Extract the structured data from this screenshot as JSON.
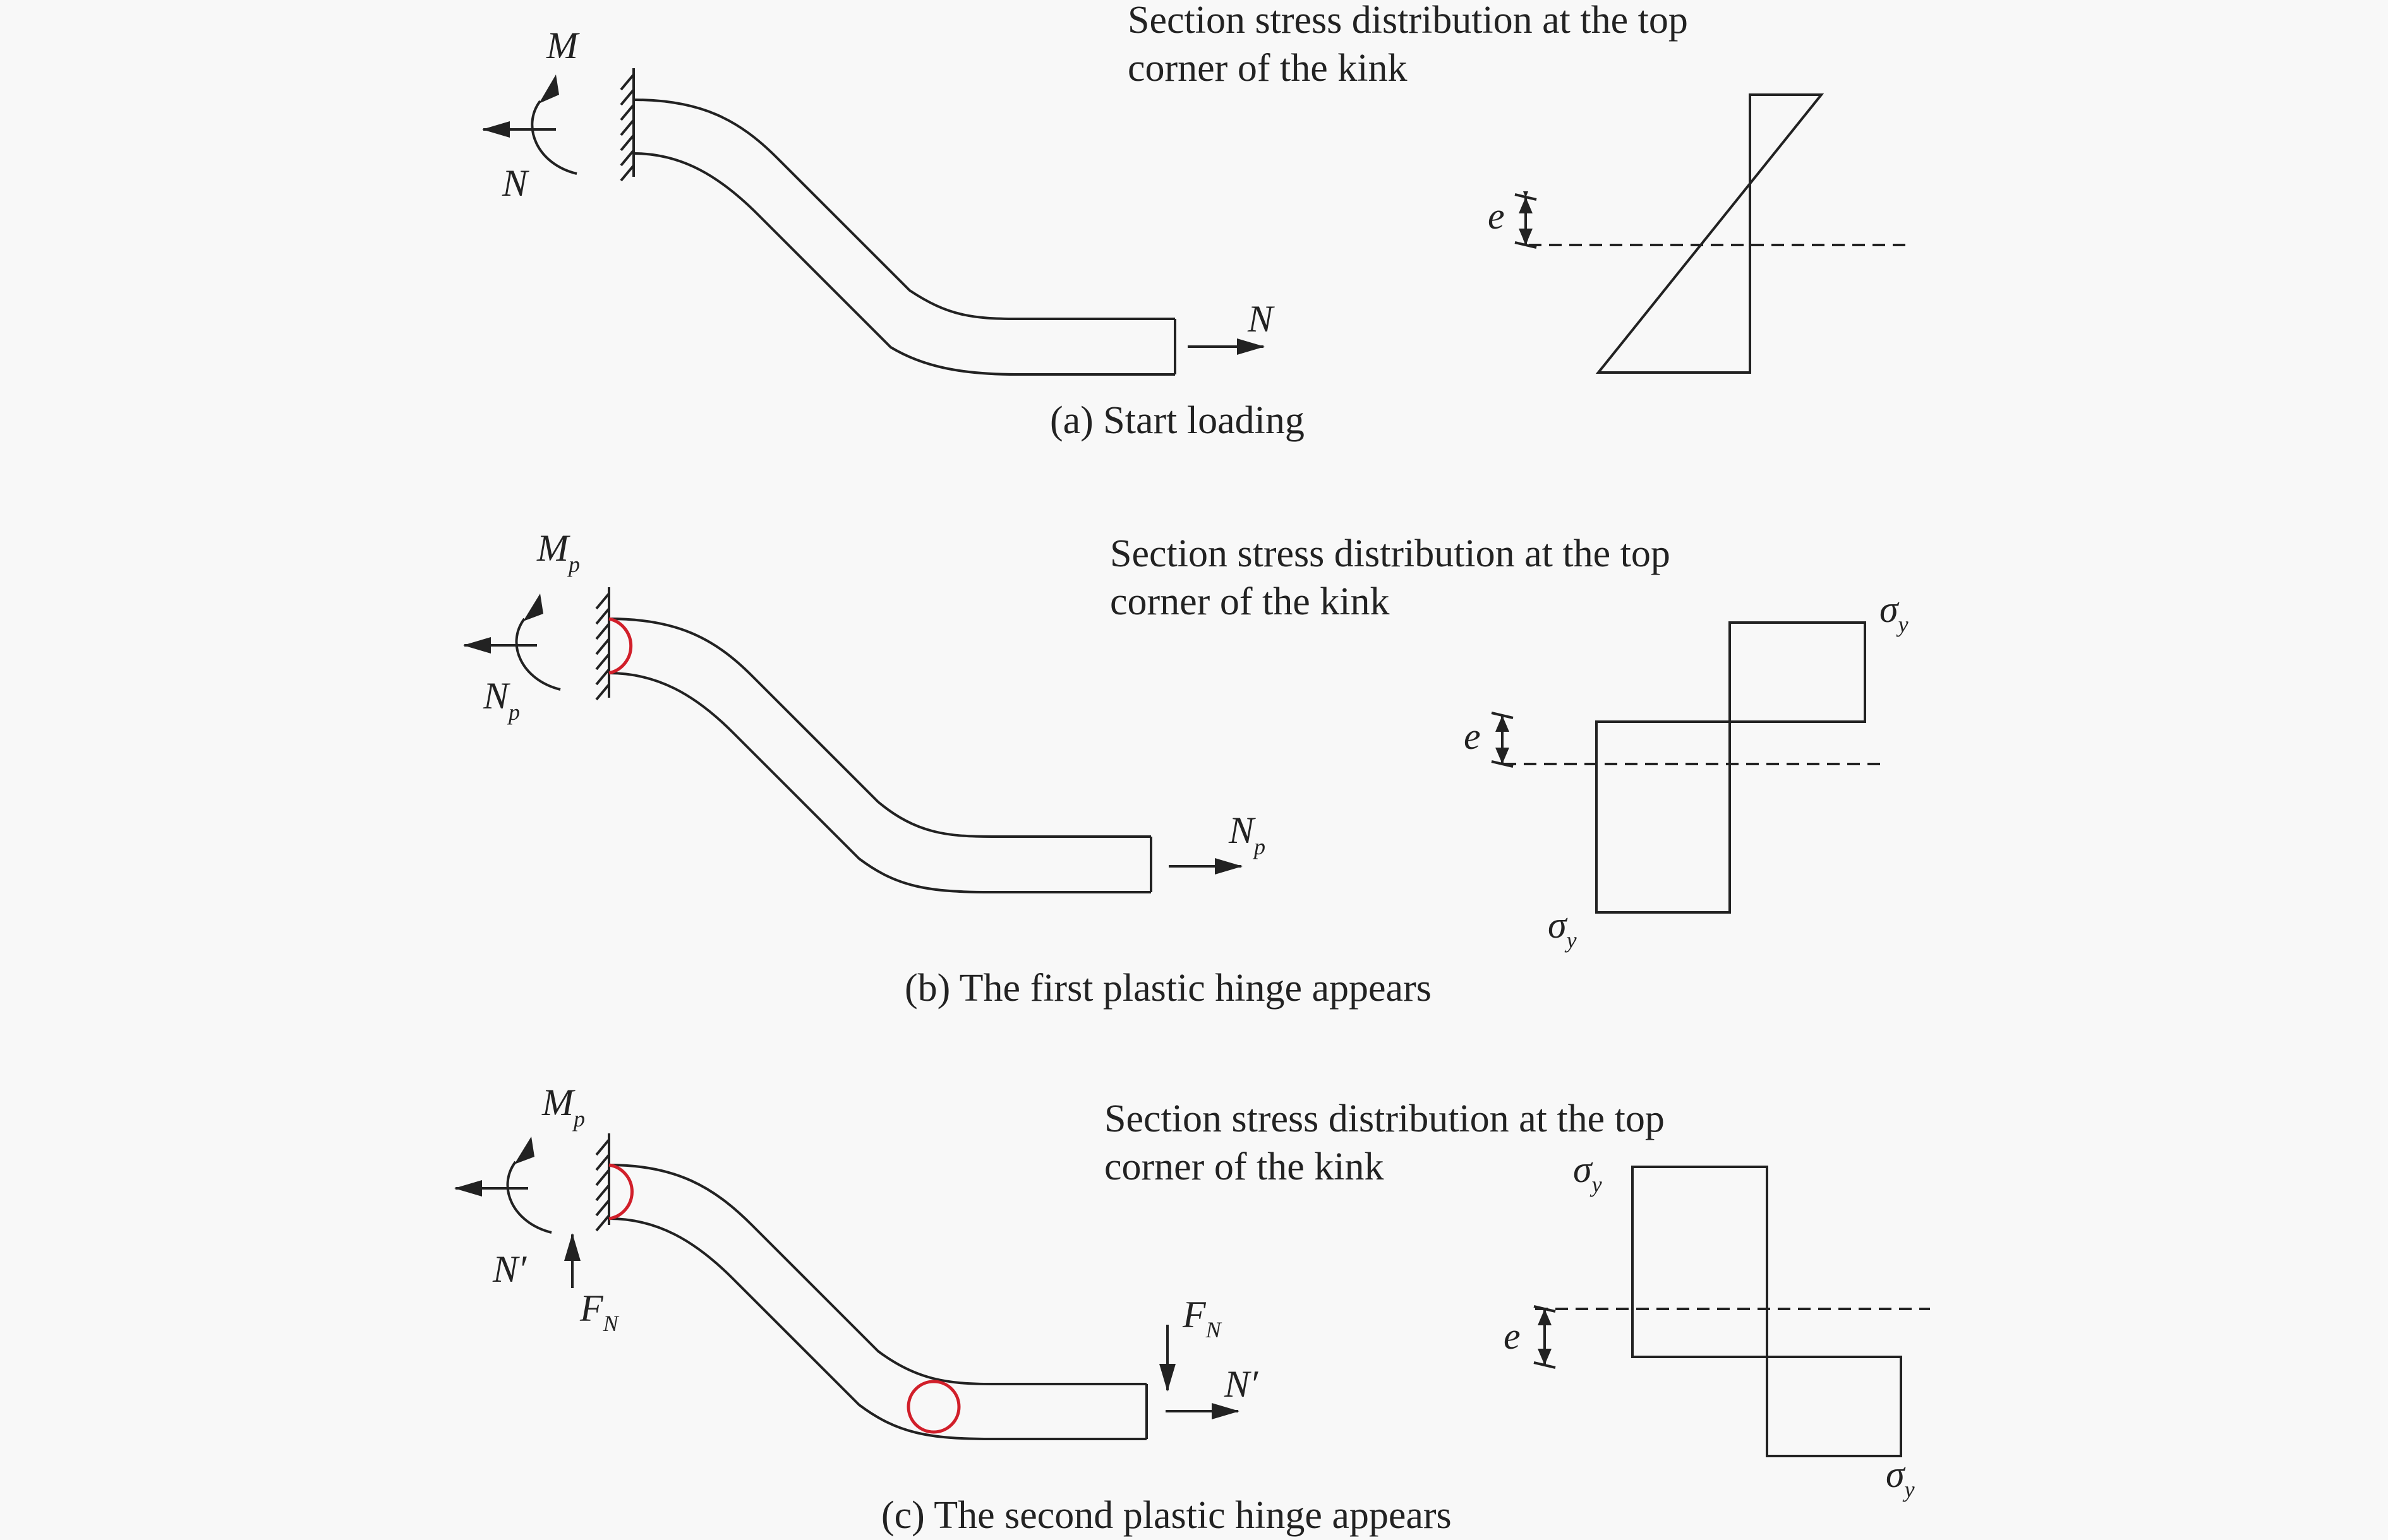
{
  "panels": [
    {
      "caption": "(a)  Start loading",
      "section_title": [
        "Section stress distribution at the top",
        "corner of the kink"
      ],
      "left_moment": {
        "main": "M",
        "sub": ""
      },
      "left_axial": {
        "main": "N",
        "sub": "",
        "prime": ""
      },
      "right_axial": {
        "main": "N",
        "sub": "",
        "prime": ""
      },
      "eccentricity": "e"
    },
    {
      "caption": "(b)  The first plastic hinge appears",
      "section_title": [
        "Section stress distribution at the top",
        "corner of the kink"
      ],
      "left_moment": {
        "main": "M",
        "sub": "p"
      },
      "left_axial": {
        "main": "N",
        "sub": "p",
        "prime": ""
      },
      "right_axial": {
        "main": "N",
        "sub": "p",
        "prime": ""
      },
      "eccentricity": "e",
      "stress_top": {
        "main": "σ",
        "sub": "y"
      },
      "stress_bottom": {
        "main": "σ",
        "sub": "y"
      }
    },
    {
      "caption": "(c)  The second plastic hinge appears",
      "section_title": [
        "Section stress distribution at the top",
        "corner of the kink"
      ],
      "left_moment": {
        "main": "M",
        "sub": "p"
      },
      "left_axial": {
        "main": "N",
        "sub": "",
        "prime": "′"
      },
      "left_shear": {
        "main": "F",
        "sub": "N"
      },
      "right_shear": {
        "main": "F",
        "sub": "N"
      },
      "right_axial": {
        "main": "N",
        "sub": "",
        "prime": "′"
      },
      "eccentricity": "e",
      "stress_top": {
        "main": "σ",
        "sub": "y"
      },
      "stress_bottom": {
        "main": "σ",
        "sub": "y"
      }
    }
  ]
}
